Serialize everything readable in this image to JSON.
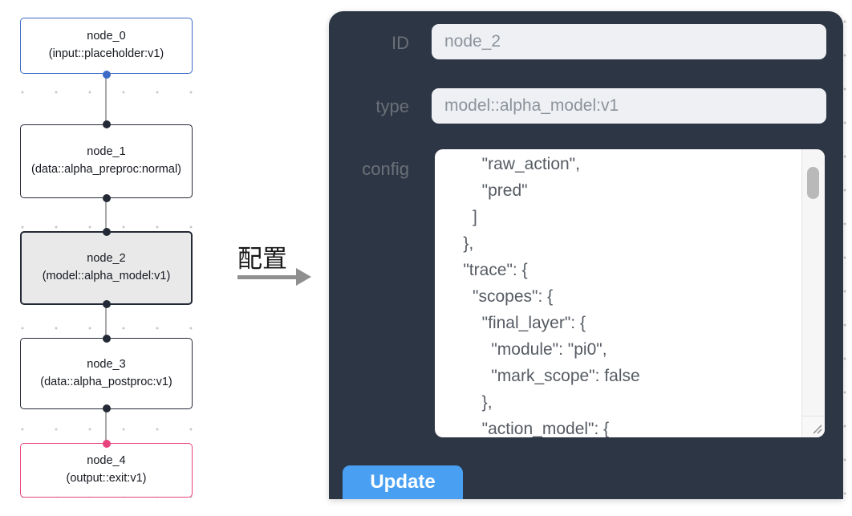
{
  "canvas": {
    "nodes": [
      {
        "title": "node_0",
        "subtitle": "(input::placeholder:v1)",
        "variant": "input"
      },
      {
        "title": "node_1",
        "subtitle": "(data::alpha_preproc:normal)",
        "variant": "default"
      },
      {
        "title": "node_2",
        "subtitle": "(model::alpha_model:v1)",
        "variant": "selected"
      },
      {
        "title": "node_3",
        "subtitle": "(data::alpha_postproc:v1)",
        "variant": "default"
      },
      {
        "title": "node_4",
        "subtitle": "(output::exit:v1)",
        "variant": "output"
      }
    ]
  },
  "transition": {
    "label": "配置"
  },
  "panel": {
    "id_field": {
      "label": "ID",
      "value": "node_2"
    },
    "type_field": {
      "label": "type",
      "value": "model::alpha_model:v1"
    },
    "config_field": {
      "label": "config",
      "value": "        \"raw_action\",\n        \"pred\"\n      ]\n    },\n    \"trace\": {\n      \"scopes\": {\n        \"final_layer\": {\n          \"module\": \"pi0\",\n          \"mark_scope\": false\n        },\n        \"action_model\": {"
    },
    "update_button": "Update"
  },
  "icons": {
    "transition_arrow": "arrow-right",
    "scrollbar": "scrollbar-thumb",
    "resize_grip": "resize-grip"
  },
  "colors": {
    "panel_bg": "#2d3644",
    "input_bg": "#eef0f4",
    "button_blue": "#49a0f3",
    "node_input_border": "#3b6bc7",
    "node_output_border": "#e8437c",
    "node_selected_bg": "#e9e9ea",
    "edge": "#a9a9a9"
  }
}
